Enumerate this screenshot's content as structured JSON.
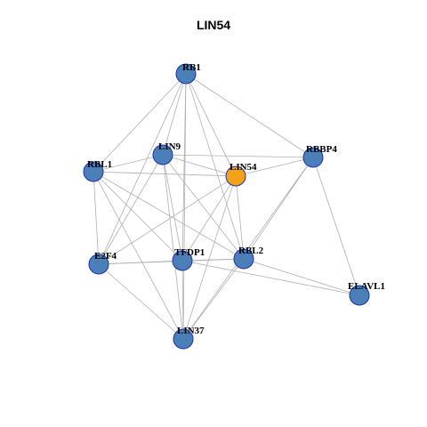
{
  "title": "LIN54",
  "colors": {
    "node": "#4a7fb8",
    "highlight": "#f4a11a",
    "edge": "#b0b0b0",
    "node_border": "#1f2fb0"
  },
  "nodes": [
    {
      "id": "RB1",
      "label": "RB1",
      "highlight": false
    },
    {
      "id": "LIN9",
      "label": "LIN9",
      "highlight": false
    },
    {
      "id": "RBL1",
      "label": "RBL1",
      "highlight": false
    },
    {
      "id": "LIN54",
      "label": "LIN54",
      "highlight": true
    },
    {
      "id": "RBBP4",
      "label": "RBBP4",
      "highlight": false
    },
    {
      "id": "E2F4",
      "label": "E2F4",
      "highlight": false
    },
    {
      "id": "TFDP1",
      "label": "TFDP1",
      "highlight": false
    },
    {
      "id": "RBL2",
      "label": "RBL2",
      "highlight": false
    },
    {
      "id": "ELAVL1",
      "label": "ELAVL1",
      "highlight": false
    },
    {
      "id": "LIN37",
      "label": "LIN37",
      "highlight": false
    }
  ],
  "edges": [
    [
      "RB1",
      "RBL1"
    ],
    [
      "RB1",
      "LIN9"
    ],
    [
      "RB1",
      "RBBP4"
    ],
    [
      "RB1",
      "LIN54"
    ],
    [
      "RB1",
      "E2F4"
    ],
    [
      "RB1",
      "TFDP1"
    ],
    [
      "RB1",
      "RBL2"
    ],
    [
      "RB1",
      "LIN37"
    ],
    [
      "LIN9",
      "RBL1"
    ],
    [
      "LIN9",
      "LIN54"
    ],
    [
      "LIN9",
      "RBBP4"
    ],
    [
      "LIN9",
      "E2F4"
    ],
    [
      "LIN9",
      "TFDP1"
    ],
    [
      "LIN9",
      "RBL2"
    ],
    [
      "LIN9",
      "LIN37"
    ],
    [
      "RBL1",
      "LIN54"
    ],
    [
      "RBL1",
      "E2F4"
    ],
    [
      "RBL1",
      "TFDP1"
    ],
    [
      "RBL1",
      "RBL2"
    ],
    [
      "RBL1",
      "LIN37"
    ],
    [
      "LIN54",
      "RBBP4"
    ],
    [
      "LIN54",
      "E2F4"
    ],
    [
      "LIN54",
      "TFDP1"
    ],
    [
      "LIN54",
      "RBL2"
    ],
    [
      "LIN54",
      "LIN37"
    ],
    [
      "RBBP4",
      "RBL2"
    ],
    [
      "RBBP4",
      "ELAVL1"
    ],
    [
      "RBBP4",
      "LIN37"
    ],
    [
      "E2F4",
      "TFDP1"
    ],
    [
      "E2F4",
      "RBL2"
    ],
    [
      "E2F4",
      "LIN37"
    ],
    [
      "TFDP1",
      "RBL2"
    ],
    [
      "TFDP1",
      "ELAVL1"
    ],
    [
      "TFDP1",
      "LIN37"
    ],
    [
      "RBL2",
      "ELAVL1"
    ],
    [
      "RBL2",
      "LIN37"
    ]
  ]
}
